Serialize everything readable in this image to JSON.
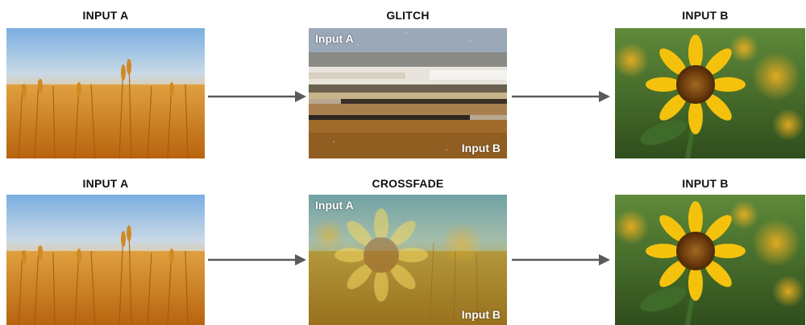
{
  "rows": [
    {
      "input_a_label": "INPUT A",
      "transition_label": "GLITCH",
      "input_b_label": "INPUT B",
      "overlay_a": "Input A",
      "overlay_b": "Input B"
    },
    {
      "input_a_label": "INPUT A",
      "transition_label": "CROSSFADE",
      "input_b_label": "INPUT B",
      "overlay_a": "Input A",
      "overlay_b": "Input B"
    }
  ],
  "colors": {
    "arrow": "#5a5a5a",
    "wheat": "#d9902a",
    "sky": "#8fb8dc",
    "sunflower_petal": "#f4c20d",
    "sunflower_center": "#7a4a12",
    "leaf": "#3e6b2a"
  }
}
